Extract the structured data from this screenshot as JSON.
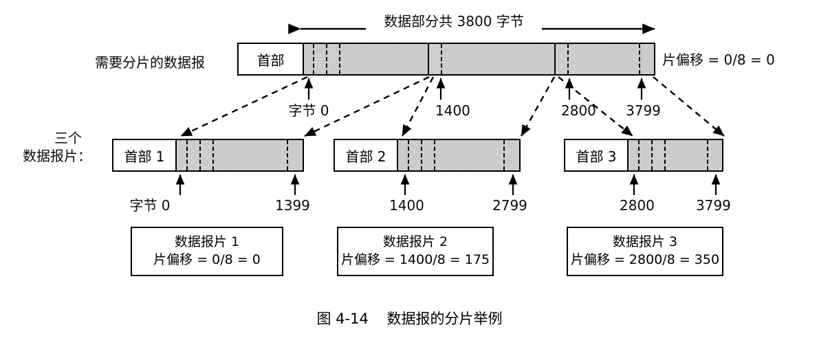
{
  "figure": {
    "caption": "图 4-14    数据报的分片举例"
  },
  "span_arrow": {
    "label": "数据部分共 3800 字节"
  },
  "original": {
    "row_label": "需要分片的数据报",
    "header_label": "首部",
    "offset_note": "片偏移 = 0/8 = 0",
    "tick_labels": [
      "字节 0",
      "1400",
      "2800",
      "3799"
    ]
  },
  "fragments_row": {
    "row_label_line1": "三个",
    "row_label_line2": "数据报片："
  },
  "fragments": [
    {
      "header_label": "首部 1",
      "start_label": "字节 0",
      "end_label": "1399",
      "box_title": "数据报片 1",
      "box_offset": "片偏移 = 0/8 = 0"
    },
    {
      "header_label": "首部 2",
      "start_label": "1400",
      "end_label": "2799",
      "box_title": "数据报片 2",
      "box_offset": "片偏移 = 1400/8 = 175"
    },
    {
      "header_label": "首部 3",
      "start_label": "2800",
      "end_label": "3799",
      "box_title": "数据报片 3",
      "box_offset": "片偏移 = 2800/8 = 350"
    }
  ],
  "colors": {
    "ink": "#000000",
    "paper": "#ffffff",
    "data_fill": "#b9b9b9"
  }
}
